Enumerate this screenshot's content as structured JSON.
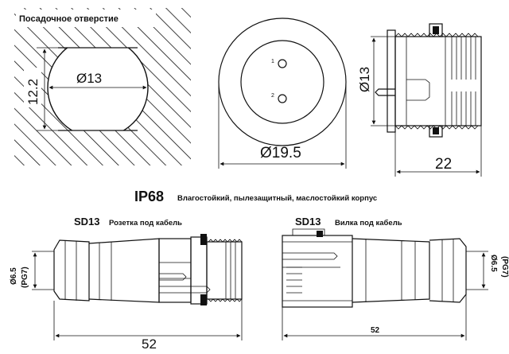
{
  "top": {
    "hole_title": "Посадочное отверстие",
    "hole_diameter": "Ø13",
    "hole_height": "12.2",
    "face_pin1": "1",
    "face_pin2": "2",
    "face_diameter": "Ø19.5",
    "side_diameter": "Ø13",
    "side_length": "22"
  },
  "middle": {
    "rating": "IP68",
    "rating_desc": "Влагостойкий, пылезащитный, маслостойкий корпус"
  },
  "socket": {
    "model": "SD13",
    "title": "Розетка под кабель",
    "cable_diameter": "Ø6.5",
    "cable_gland": "(PG7)",
    "length": "52"
  },
  "plug": {
    "model": "SD13",
    "title": "Вилка под кабель",
    "cable_diameter": "Ø6.5",
    "cable_gland": "(PG7)",
    "length": "52"
  }
}
